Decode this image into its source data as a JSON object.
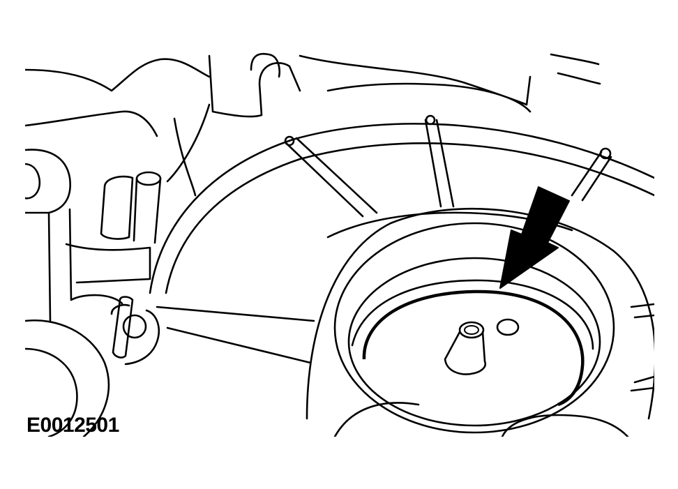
{
  "figure": {
    "code": "E0012501"
  },
  "colors": {
    "ink": "#000000",
    "paper": "#ffffff"
  },
  "callouts": [
    {
      "kind": "arrow",
      "points_to": "o-ring-seal"
    }
  ]
}
